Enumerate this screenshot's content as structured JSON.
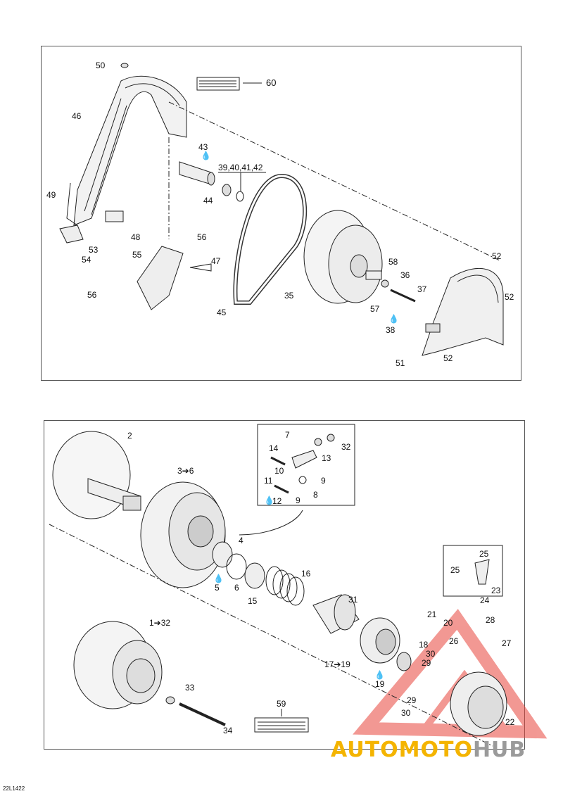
{
  "diagram_code": "22L1422",
  "watermark": {
    "part1": "AUTOMOTO",
    "part2": "HUB",
    "color1": "#f4b400",
    "color2": "#9a9a9a",
    "logo_color": "#e8453c"
  },
  "top_labels": {
    "l50": "50",
    "l60": "60",
    "l46": "46",
    "l43": "43",
    "l39": "39,40,41,42",
    "l44": "44",
    "l49": "49",
    "l48": "48",
    "l56a": "56",
    "l53": "53",
    "l54": "54",
    "l55": "55",
    "l47": "47",
    "l45": "45",
    "l35": "35",
    "l58": "58",
    "l36": "36",
    "l37": "37",
    "l57": "57",
    "l38": "38",
    "l52a": "52",
    "l52b": "52",
    "l52c": "52",
    "l51": "51",
    "l56b": "56"
  },
  "bottom_labels": {
    "l2": "2",
    "l3": "3➔6",
    "l7": "7",
    "l14": "14",
    "l32a": "32",
    "l10": "10",
    "l13": "13",
    "l11": "11",
    "l9a": "9",
    "l9b": "9",
    "l8": "8",
    "l12": "12",
    "l4": "4",
    "l5": "5",
    "l6": "6",
    "l15": "15",
    "l16": "16",
    "l25a": "25",
    "l25b": "25",
    "l23": "23",
    "l24": "24",
    "l31": "31",
    "l21": "21",
    "l20": "20",
    "l28": "28",
    "l27": "27",
    "l18": "18",
    "l26": "26",
    "l30a": "30",
    "l29a": "29",
    "l17": "17➔19",
    "l19": "19",
    "l1": "1➔32",
    "l33": "33",
    "l29b": "29",
    "l30b": "30",
    "l22": "22",
    "l34": "34",
    "l59": "59"
  },
  "drop_icon": "oil-drop-icon"
}
